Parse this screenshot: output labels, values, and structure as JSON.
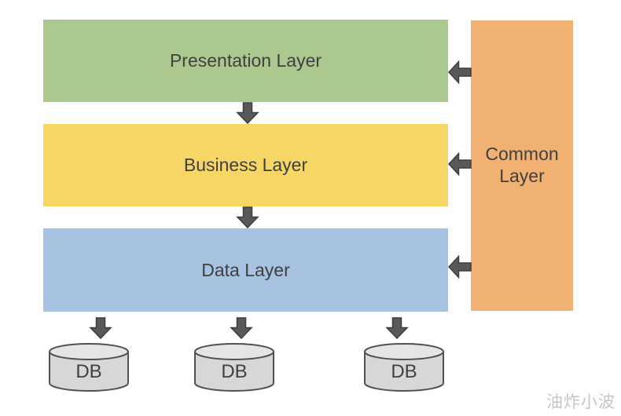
{
  "diagram": {
    "title_hint": "three-tier-architecture",
    "layers": [
      {
        "label": "Presentation Layer",
        "color": "#ABC98F"
      },
      {
        "label": "Business Layer",
        "color": "#F6D765"
      },
      {
        "label": "Data Layer",
        "color": "#A8C3E2"
      }
    ],
    "common_layer": {
      "label": "Common Layer",
      "color": "#F0B173"
    },
    "databases": [
      {
        "label": "DB"
      },
      {
        "label": "DB"
      },
      {
        "label": "DB"
      }
    ],
    "colors": {
      "arrow_fill": "#595959",
      "arrow_outline": "#3D3D3D",
      "text": "#404040",
      "db_body": "#D7D7D7",
      "db_top": "#E5E5E5",
      "db_stroke": "#515151",
      "background": "#FFFFFF",
      "watermark_text": "#C6C6C6"
    },
    "watermark": "油炸小波"
  }
}
